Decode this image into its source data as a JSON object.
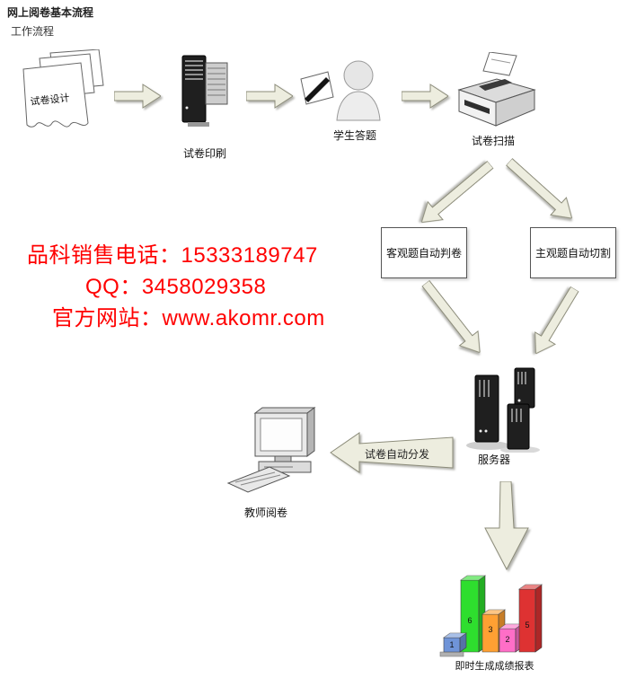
{
  "header": {
    "title": "网上阅卷基本流程",
    "subtitle": "工作流程"
  },
  "flow": {
    "design": "试卷设计",
    "print": "试卷印刷",
    "answer": "学生答题",
    "scan": "试卷扫描",
    "objective_box": "客观题自动判卷",
    "subjective_box": "主观题自动切割",
    "server": "服务器",
    "distribute": "试卷自动分发",
    "teacher": "教师阅卷",
    "report": "即时生成成绩报表"
  },
  "contact": {
    "phone": "品科销售电话：15333189747",
    "qq": "QQ：3458029358",
    "website": "官方网站：www.akomr.com",
    "color": "#ff0000"
  },
  "report_chart": {
    "type": "bar",
    "values": [
      1,
      6,
      3,
      2,
      5
    ],
    "colors": {
      "blue": "#6f94d8",
      "green": "#2ede2e",
      "orange": "#ffa033",
      "pink": "#ff6ec7",
      "red": "#de3232"
    }
  },
  "theme": {
    "arrow_fill": "#ededdf",
    "arrow_stroke": "#8c8c7a"
  }
}
